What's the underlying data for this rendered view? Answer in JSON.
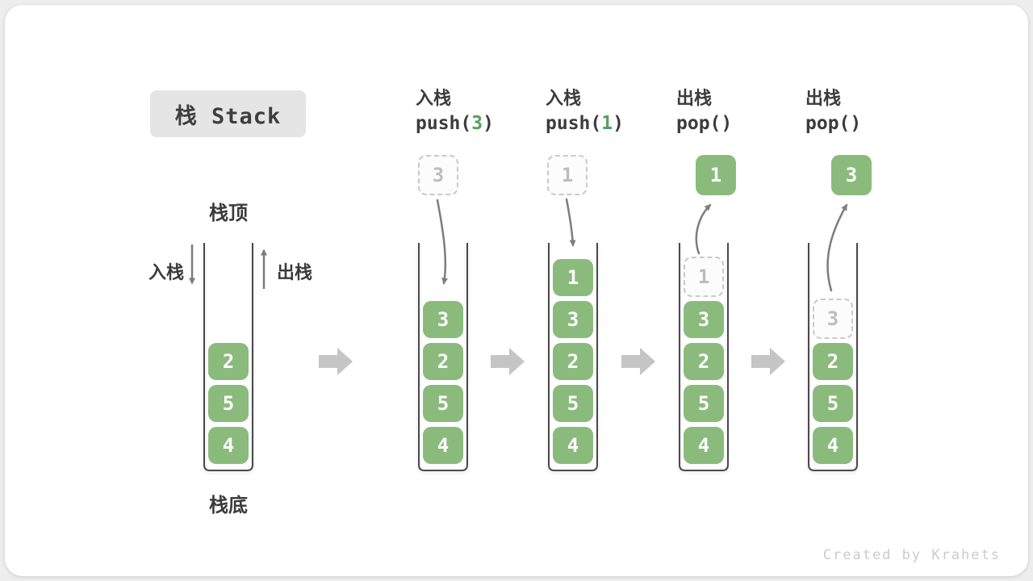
{
  "title": {
    "text": "栈 Stack"
  },
  "first_stack": {
    "top_label": "栈顶",
    "bottom_label": "栈底",
    "push_arrow_label": "入栈",
    "pop_arrow_label": "出栈"
  },
  "steps": [
    {
      "name": "initial-stack",
      "items": [
        {
          "value": "2",
          "style": "solid"
        },
        {
          "value": "5",
          "style": "solid"
        },
        {
          "value": "4",
          "style": "solid"
        }
      ]
    },
    {
      "name": "push-3",
      "op_title": "入栈",
      "op_code_prefix": "push(",
      "op_arg": "3",
      "op_code_suffix": ")",
      "floating_box": {
        "value": "3",
        "style": "dashed"
      },
      "items": [
        {
          "value": "3",
          "style": "solid"
        },
        {
          "value": "2",
          "style": "solid"
        },
        {
          "value": "5",
          "style": "solid"
        },
        {
          "value": "4",
          "style": "solid"
        }
      ]
    },
    {
      "name": "push-1",
      "op_title": "入栈",
      "op_code_prefix": "push(",
      "op_arg": "1",
      "op_code_suffix": ")",
      "floating_box": {
        "value": "1",
        "style": "dashed"
      },
      "items": [
        {
          "value": "1",
          "style": "solid"
        },
        {
          "value": "3",
          "style": "solid"
        },
        {
          "value": "2",
          "style": "solid"
        },
        {
          "value": "5",
          "style": "solid"
        },
        {
          "value": "4",
          "style": "solid"
        }
      ]
    },
    {
      "name": "pop-1",
      "op_title": "出栈",
      "op_code_prefix": "pop(",
      "op_arg": "",
      "op_code_suffix": ")",
      "floating_box": {
        "value": "1",
        "style": "solid"
      },
      "items": [
        {
          "value": "1",
          "style": "dashed"
        },
        {
          "value": "3",
          "style": "solid"
        },
        {
          "value": "2",
          "style": "solid"
        },
        {
          "value": "5",
          "style": "solid"
        },
        {
          "value": "4",
          "style": "solid"
        }
      ]
    },
    {
      "name": "pop-3",
      "op_title": "出栈",
      "op_code_prefix": "pop(",
      "op_arg": "",
      "op_code_suffix": ")",
      "floating_box": {
        "value": "3",
        "style": "solid"
      },
      "items": [
        {
          "value": "3",
          "style": "dashed"
        },
        {
          "value": "2",
          "style": "solid"
        },
        {
          "value": "5",
          "style": "solid"
        },
        {
          "value": "4",
          "style": "solid"
        }
      ]
    }
  ],
  "watermark": "Created by Krahets",
  "colors": {
    "item_green": "#8abb7d",
    "code_arg_green": "#53a158",
    "curve_arrow_gray": "#7d7d7d",
    "block_arrow_gray": "#c5c5c5",
    "wall_stroke": "#4a4a4a",
    "title_box_bg": "#e5e5e5",
    "dashed_border": "#c9c9c9"
  }
}
